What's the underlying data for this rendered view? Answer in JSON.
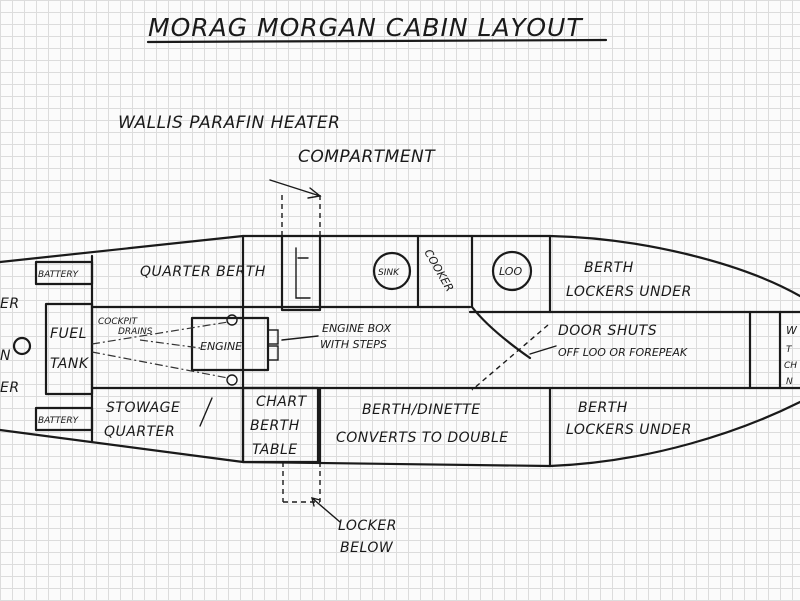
{
  "title": "MORAG MORGAN CABIN LAYOUT",
  "labels": {
    "heater_line1": "WALLIS PARAFIN HEATER",
    "heater_line2": "COMPARTMENT",
    "battery_top": "BATTERY",
    "battery_bottom": "BATTERY",
    "fuel_tank_line1": "FUEL",
    "fuel_tank_line2": "TANK",
    "quarter_berth": "QUARTER BERTH",
    "cockpit_drains_line1": "COCKPIT",
    "cockpit_drains_line2": "DRAINS",
    "engine": "ENGINE",
    "engine_box_line1": "ENGINE BOX",
    "engine_box_line2": "WITH STEPS",
    "stowage_line1": "STOWAGE",
    "stowage_line2": "QUARTER",
    "chart_line1": "CHART",
    "chart_line2": "BERTH",
    "chart_line3": "TABLE",
    "sink": "SINK",
    "cooker": "COOKER",
    "loo": "LOO",
    "berth_top_line1": "BERTH",
    "berth_top_line2": "LOCKERS UNDER",
    "door_line1": "DOOR SHUTS",
    "door_line2": "OFF LOO OR FOREPEAK",
    "dinette_line1": "BERTH/DINETTE",
    "dinette_line2": "CONVERTS TO DOUBLE",
    "berth_bottom_line1": "BERTH",
    "berth_bottom_line2": "LOCKERS UNDER",
    "locker_line1": "LOCKER",
    "locker_line2": "BELOW",
    "left_edge_1": "ER",
    "left_edge_2": "N",
    "left_edge_3": "ER",
    "right_edge_1": "W",
    "right_edge_2": "T",
    "right_edge_3": "CH",
    "right_edge_4": "N"
  }
}
